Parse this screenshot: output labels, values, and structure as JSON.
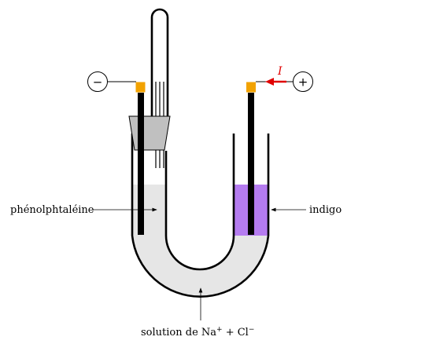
{
  "diagram": {
    "labels": {
      "left_indicator": "phénolphtaléine",
      "right_indicator": "indigo",
      "solution_prefix": "solution de Na",
      "solution_cation_charge": "+",
      "solution_plus": " + Cl",
      "solution_anion_charge": "−",
      "current_symbol": "I"
    },
    "terminals": {
      "negative_sign": "−",
      "positive_sign": "+"
    },
    "colors": {
      "solution": "#e6e6e6",
      "indigo_tint": "#b57cf0",
      "electrode": "#000000",
      "connector": "#f2a200",
      "stopper": "#c0c0c0",
      "current_arrow": "#e00000"
    }
  }
}
